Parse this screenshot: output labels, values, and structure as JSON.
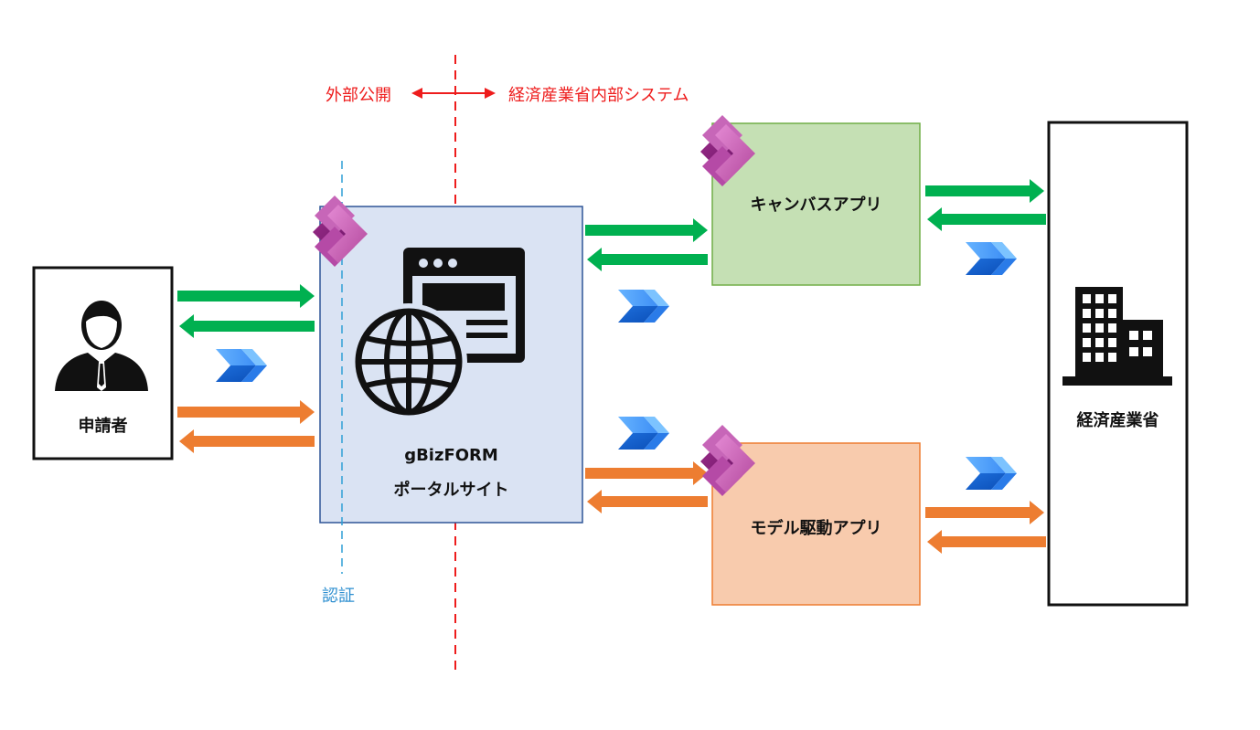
{
  "labels": {
    "external": "外部公開",
    "internal": "経済産業省内部システム",
    "auth": "認証",
    "applicant": "申請者",
    "portal_line1": "gBizFORM",
    "portal_line2": "ポータルサイト",
    "canvas_app": "キャンバスアプリ",
    "model_app": "モデル駆動アプリ",
    "ministry": "経済産業省"
  },
  "icons": {
    "person": "person-icon",
    "website": "website-globe-icon",
    "building": "building-icon",
    "power_apps": "power-apps-icon",
    "power_automate": "power-automate-icon"
  },
  "colors": {
    "green_arrow": "#00b050",
    "orange_arrow": "#ed7d31",
    "portal_fill": "#dae3f3",
    "portal_border": "#2f5597",
    "canvas_fill": "#c5e0b4",
    "canvas_border": "#70ad47",
    "model_fill": "#f8cbad",
    "model_border": "#ed7d31",
    "red_line": "#ee1c1c",
    "auth_line": "#2e9fd6"
  }
}
